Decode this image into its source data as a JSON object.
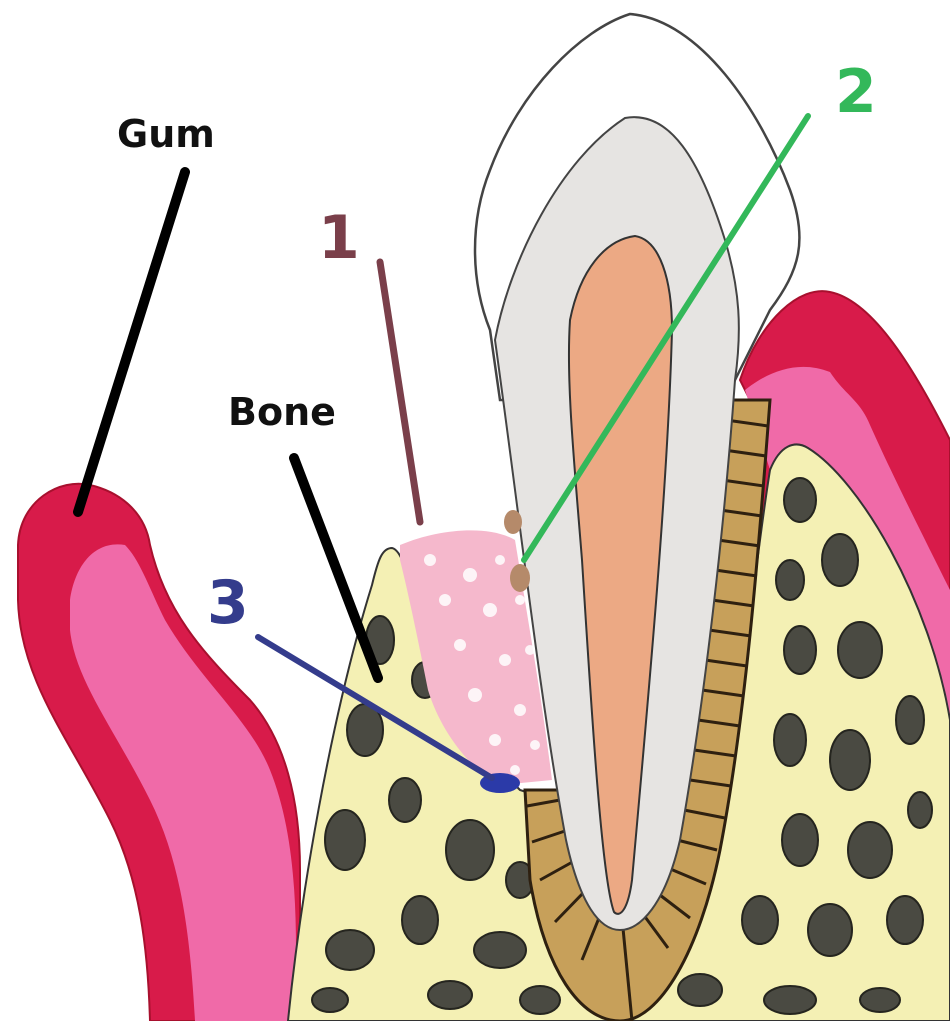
{
  "labels": {
    "gum": "Gum",
    "bone": "Bone",
    "marker_1": "1",
    "marker_2": "2",
    "marker_3": "3"
  },
  "colors": {
    "gum_outer": "#d81b4a",
    "gum_inner": "#f06aa8",
    "bone": "#f4f0b4",
    "bone_pore": "#4a4a42",
    "enamel": "#ffffff",
    "dentin": "#e6e4e2",
    "pulp": "#eca984",
    "ligament": "#c7a05a",
    "graft": "#f5b8cc",
    "marker_1": "#7a3f4a",
    "marker_2": "#33b85a",
    "marker_3": "#343c8c",
    "label_text": "#111111"
  }
}
